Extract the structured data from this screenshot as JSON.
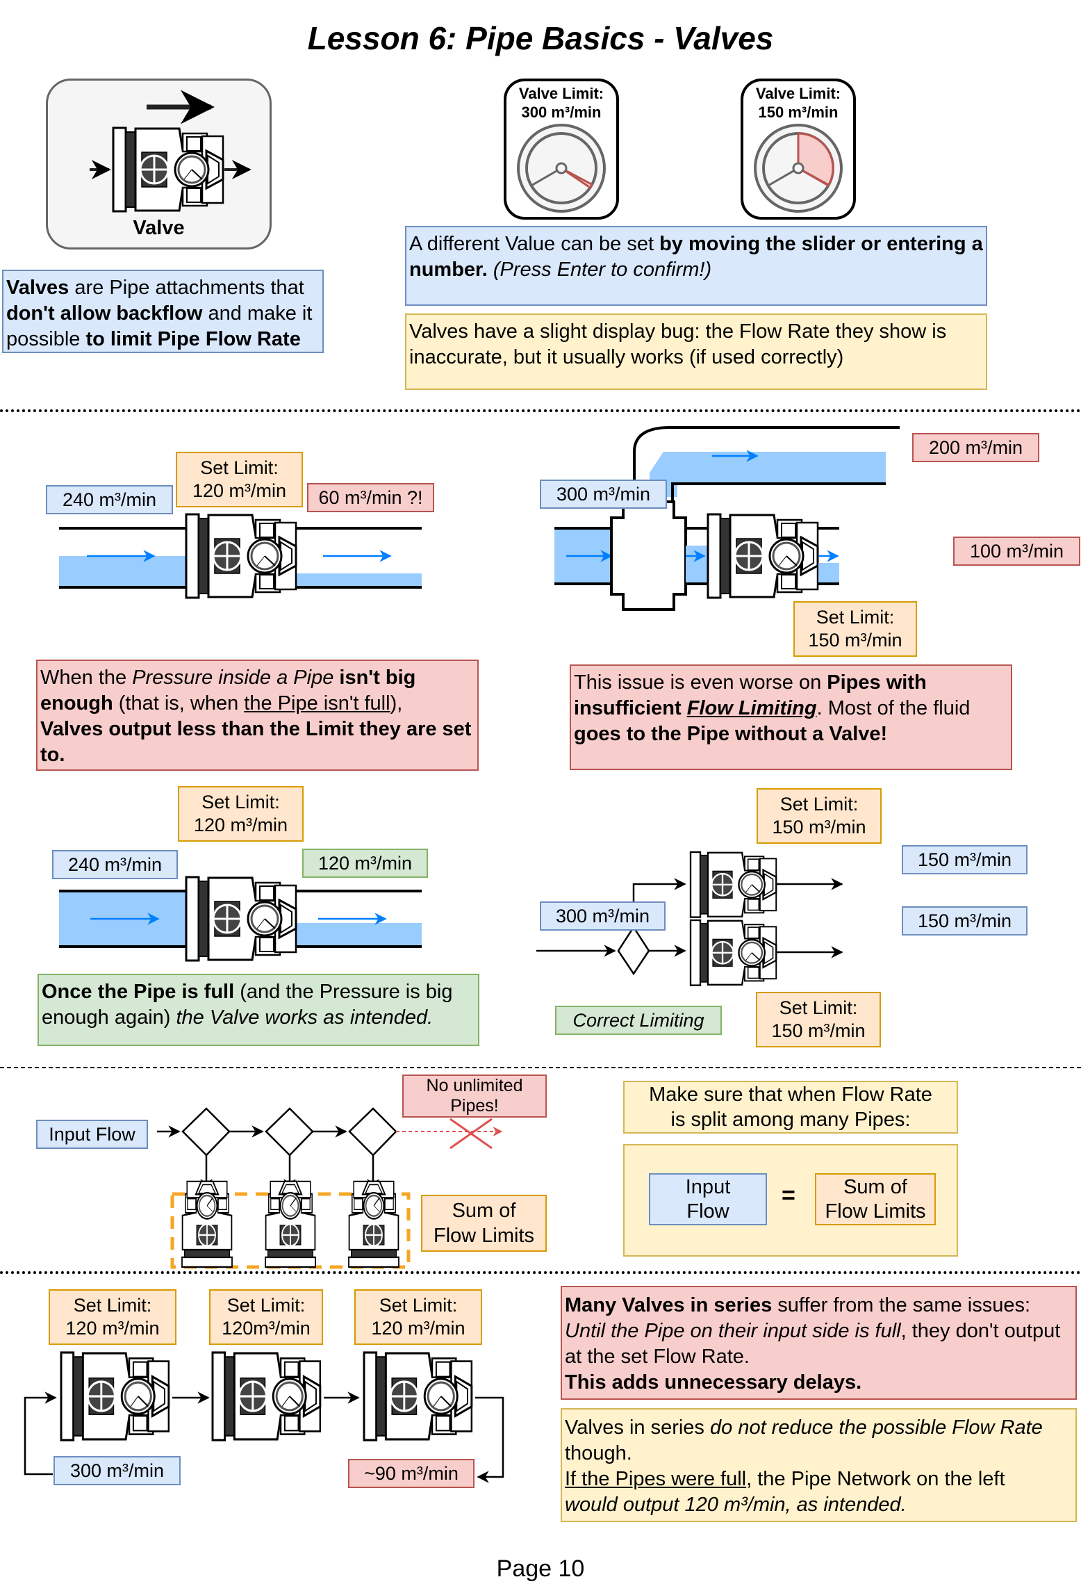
{
  "title": "Lesson 6: Pipe Basics - Valves",
  "page_label": "Page 10",
  "colors": {
    "info_blue": "#dae8fc",
    "note_yellow": "#fff2cc",
    "limit_orange": "#ffe6cc",
    "warning_red": "#f8cecc",
    "success_green": "#d5e8d4",
    "fluid_blue": "#99ccff",
    "flow_arrow": "#007fff"
  },
  "intro": {
    "valve_card_label": "Valve",
    "valve_card_icon": "valve-icon",
    "description": {
      "p1_bold": "Valves",
      "p1_text": " are Pipe attachments that ",
      "p2_bold": "don't allow backflow",
      "p2_text": " and make it possible ",
      "p3_bold": "to limit Pipe Flow Rate"
    },
    "gauges": [
      {
        "label_line1": "Valve Limit:",
        "label_line2": "300 m³/min",
        "fill_fraction": 0.05
      },
      {
        "label_line1": "Valve Limit:",
        "label_line2": "150 m³/min",
        "fill_fraction": 0.33
      }
    ],
    "slider_note": {
      "text1": "A different Value can be set ",
      "bold1": "by moving the slider or entering a number.",
      "italic1": " (Press Enter to confirm!)"
    },
    "bug_note": "Valves have a slight display bug: the Flow Rate they show is inaccurate, but it usually works (if used correctly)"
  },
  "low_pressure": {
    "input_label": "240 m³/min",
    "limit_label_line1": "Set Limit:",
    "limit_label_line2": "120 m³/min",
    "output_label": "60 m³/min ?!",
    "note": {
      "t1": "When the ",
      "i1": "Pressure inside a Pipe",
      "b1": " isn't big enough",
      "t2": " (that is, when ",
      "u1": "the Pipe isn't full",
      "t3": "),",
      "b2": "Valves output less than the Limit they are set to."
    }
  },
  "branch_issue": {
    "input_label": "300 m³/min",
    "branch_output_label": "200 m³/min",
    "valve_output_label": "100 m³/min",
    "limit_label_line1": "Set Limit:",
    "limit_label_line2": "150 m³/min",
    "note": {
      "t1": "This issue is even worse on ",
      "b1": "Pipes with insufficient ",
      "bi1": "Flow Limiting",
      "t2": ". Most of the fluid ",
      "b2": "goes to the Pipe without a Valve!"
    }
  },
  "full_pipe": {
    "input_label": "240 m³/min",
    "limit_label_line1": "Set Limit:",
    "limit_label_line2": "120 m³/min",
    "output_label": "120 m³/min",
    "note": {
      "b1": "Once the Pipe is full",
      "t1": " (and the Pressure is big enough again) ",
      "i1": "the Valve works as intended."
    }
  },
  "correct_limiting": {
    "input_label": "300 m³/min",
    "top_limit_line1": "Set Limit:",
    "top_limit_line2": "150 m³/min",
    "bottom_limit_line1": "Set Limit:",
    "bottom_limit_line2": "150 m³/min",
    "top_output_label": "150 m³/min",
    "bottom_output_label": "150 m³/min",
    "caption": "Correct Limiting"
  },
  "split_rule": {
    "input_flow_label": "Input Flow",
    "warning_line1": "No unlimited",
    "warning_line2": "Pipes!",
    "sum_label_line1": "Sum of",
    "sum_label_line2": "Flow Limits",
    "rule_header_line1": "Make sure that when Flow Rate",
    "rule_header_line2": "is split among many Pipes:",
    "equation_left_line1": "Input",
    "equation_left_line2": "Flow",
    "equation_operator": "=",
    "equation_right_line1": "Sum of",
    "equation_right_line2": "Flow Limits"
  },
  "series": {
    "limits": [
      {
        "line1": "Set Limit:",
        "line2": "120 m³/min"
      },
      {
        "line1": "Set Limit:",
        "line2": "120m³/min"
      },
      {
        "line1": "Set Limit:",
        "line2": "120 m³/min"
      }
    ],
    "input_label": "300 m³/min",
    "output_label": "~90 m³/min",
    "warning_note": {
      "b1": "Many Valves in series",
      "t1": " suffer from the same issues:",
      "i1": "Until the Pipe on their input side is full",
      "t2": ", they don't output at the set Flow Rate.",
      "b2": "This adds unnecessary delays."
    },
    "info_note": {
      "t1": "Valves in series ",
      "i1": "do not reduce the possible Flow Rate",
      "t2": " though.",
      "u1": "If the Pipes were full",
      "t3": ", the Pipe Network on the left",
      "i2": "would output 120 m³/min, as intended."
    }
  }
}
